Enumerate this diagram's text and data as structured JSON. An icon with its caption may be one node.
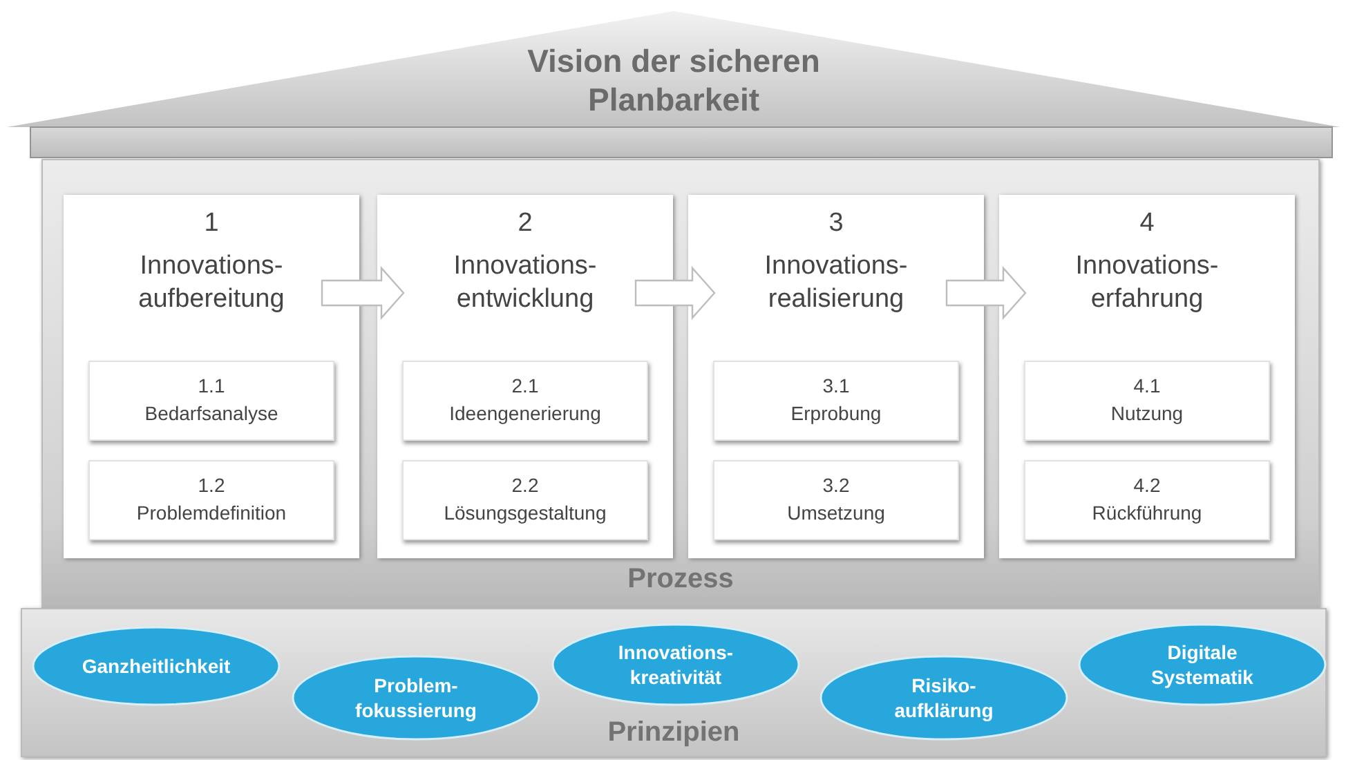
{
  "diagram": {
    "nodes": [
      {
        "text": [
          "Vision der sicheren Planbarkeit"
        ]
      },
      {
        "text": [
          "Prozess"
        ]
      },
      {
        "text": [
          "1",
          "Innovations- aufbereitung"
        ],
        "in": 1
      },
      {
        "text": [
          "1.1",
          "Bedarfsanalyse"
        ],
        "in": 2
      },
      {
        "text": [
          "1.2",
          "Problemdefinition"
        ],
        "in": 2
      },
      {
        "text": [
          "2",
          "Innovations- entwicklung"
        ],
        "in": 1
      },
      {
        "text": [
          "2.1",
          "Ideengenerierung"
        ],
        "in": 5
      },
      {
        "text": [
          "2.2",
          "Lösungsgestaltung"
        ],
        "in": 5
      },
      {
        "text": [
          "3",
          "Innovations- realisierung"
        ],
        "in": 1
      },
      {
        "text": [
          "3.1",
          "Erprobung"
        ],
        "in": 8
      },
      {
        "text": [
          "3.2",
          "Umsetzung"
        ],
        "in": 8
      },
      {
        "text": [
          "4",
          "Innovations- erfahrung"
        ],
        "in": 1
      },
      {
        "text": [
          "4.1",
          "Nutzung"
        ],
        "in": 11
      },
      {
        "text": [
          "4.2",
          "Rückführung"
        ],
        "in": 11
      },
      {
        "text": [
          "Prinzipien"
        ]
      },
      {
        "text": [
          "Ganzheitlichkeit"
        ],
        "in": 14
      },
      {
        "text": [
          "Problem- fokussierung"
        ],
        "in": 14
      },
      {
        "text": [
          "Innovations- kreativität"
        ],
        "in": 14
      },
      {
        "text": [
          "Risiko- aufklärung"
        ],
        "in": 14
      },
      {
        "text": [
          "Digitale Systematik"
        ],
        "in": 14
      }
    ],
    "edges": [
      {
        "from": 2,
        "to": 5,
        "arrow": "to"
      },
      {
        "from": 5,
        "to": 8,
        "arrow": "to"
      },
      {
        "from": 8,
        "to": 11,
        "arrow": "to"
      }
    ]
  }
}
